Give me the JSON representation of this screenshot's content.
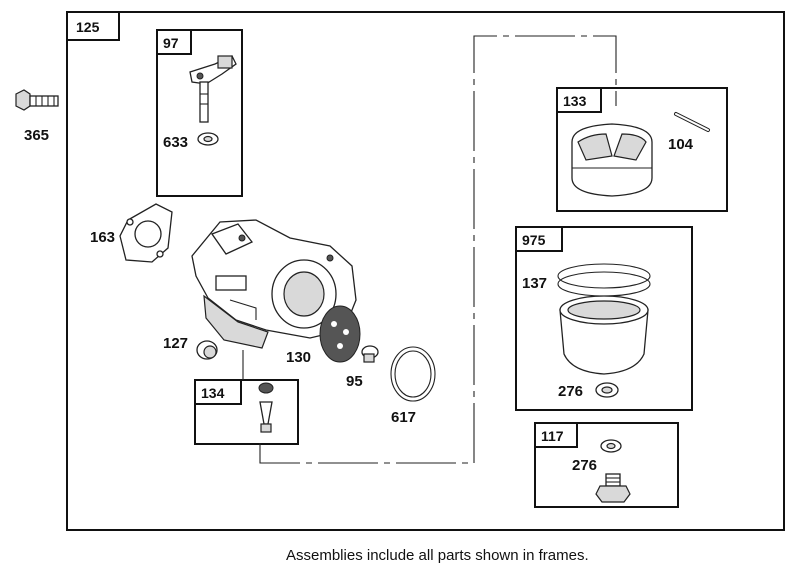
{
  "frames": {
    "f125": "125",
    "f97": "97",
    "f133": "133",
    "f975": "975",
    "f134": "134",
    "f117": "117"
  },
  "callouts": {
    "c365": "365",
    "c633": "633",
    "c104": "104",
    "c163": "163",
    "c137": "137",
    "c127": "127",
    "c130": "130",
    "c95": "95",
    "c617": "617",
    "c276a": "276",
    "c276b": "276"
  },
  "footer_note": "Assemblies include all parts shown in frames."
}
